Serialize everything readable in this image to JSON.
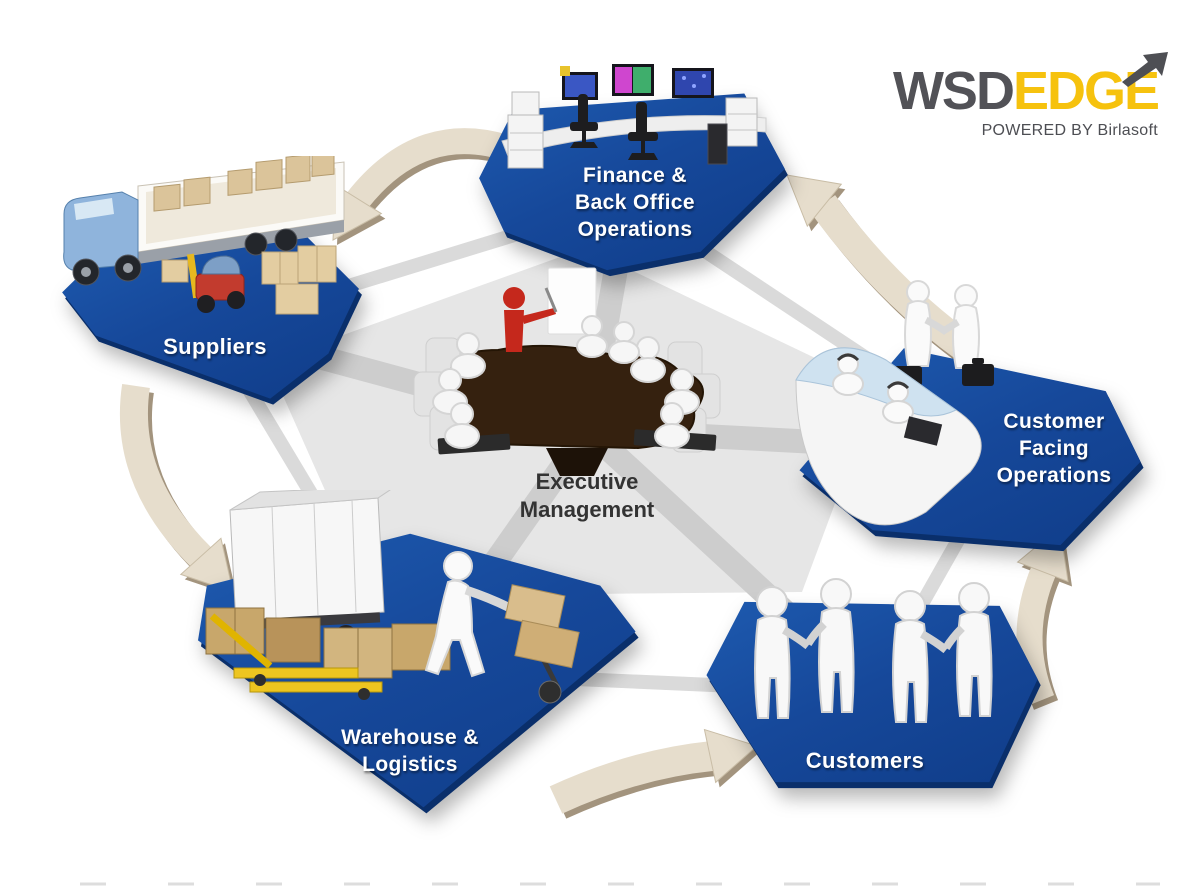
{
  "brand": {
    "logo_primary": "WSD",
    "logo_secondary": "EDGE",
    "tagline": "POWERED BY Birlasoft"
  },
  "diagram": {
    "center_label": "Executive\nManagement",
    "nodes": [
      {
        "id": "finance",
        "label": "Finance &\nBack Office\nOperations"
      },
      {
        "id": "suppliers",
        "label": "Suppliers"
      },
      {
        "id": "customer_facing",
        "label": "Customer\nFacing\nOperations"
      },
      {
        "id": "customers",
        "label": "Customers"
      },
      {
        "id": "warehouse",
        "label": "Warehouse &\nLogistics"
      }
    ],
    "flow_sequence": [
      "Finance & Back Office Operations",
      "Suppliers",
      "Warehouse & Logistics",
      "Customers",
      "Customer Facing Operations"
    ],
    "colors": {
      "node_fill": "#16489a",
      "node_edge": "#0a2f6b",
      "arrow_fill": "#e6ddcc",
      "arrow_shadow": "#a3947e",
      "web_gray": "#d9d9d9",
      "node_text": "#ffffff",
      "center_text": "#333333",
      "logo_primary_color": "#525257",
      "logo_secondary_color": "#f6c20e",
      "tagline_color": "#4d4e53"
    }
  }
}
